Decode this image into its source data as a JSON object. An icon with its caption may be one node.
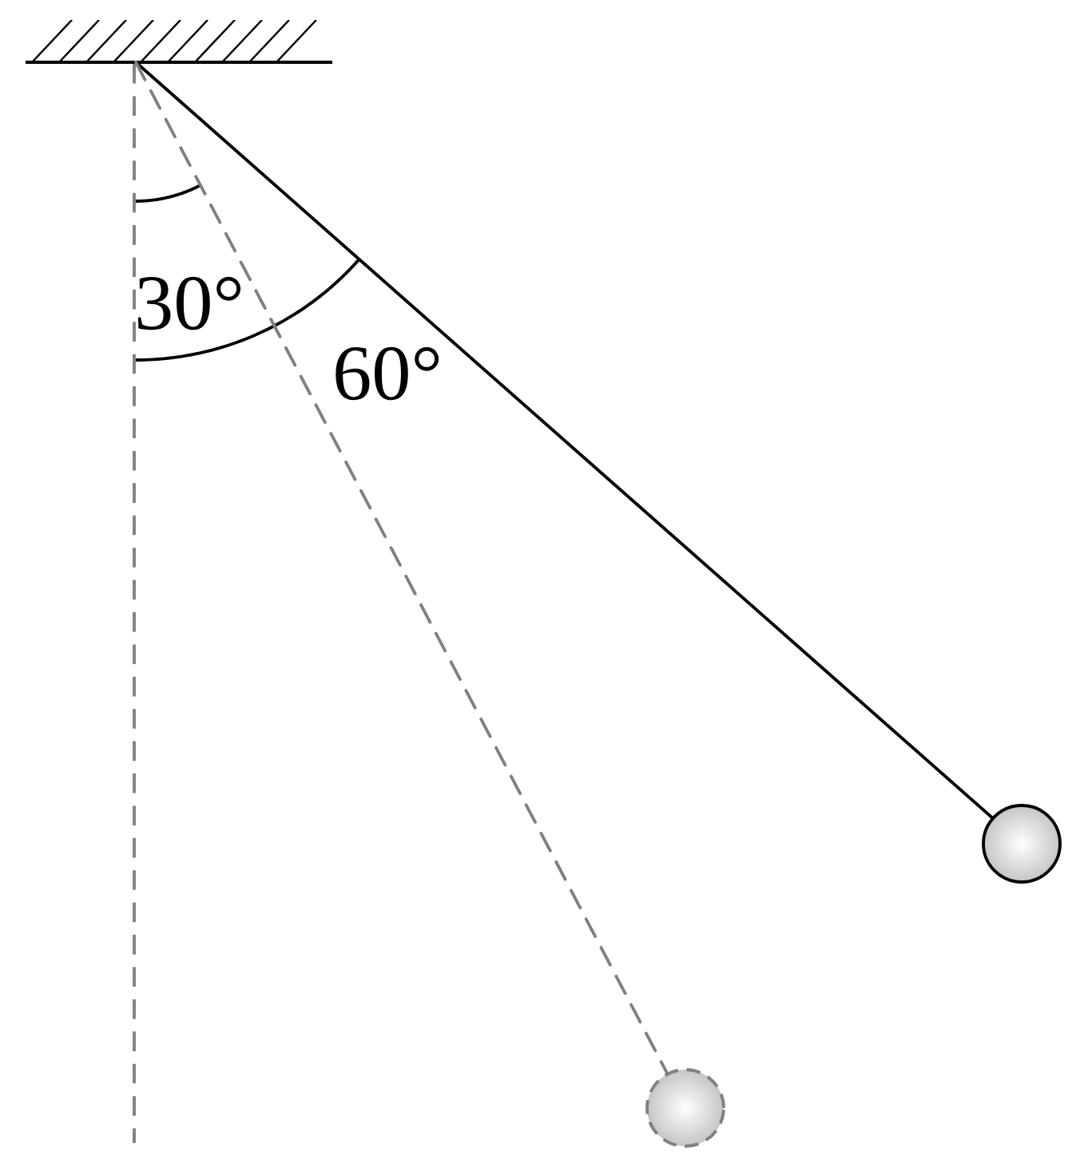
{
  "diagram": {
    "nodes": [
      {
        "text": [],
        "shape": "bar"
      },
      {
        "text": [],
        "shape": "circle"
      },
      {
        "text": [],
        "shape": "circle"
      }
    ],
    "edges": [
      {
        "from": 0,
        "to": 1,
        "arrow": "none"
      },
      {
        "from": 0,
        "to": 2,
        "arrow": "none",
        "style": "dashed",
        "color": "#808080"
      }
    ],
    "labels": [
      "30°",
      "60°"
    ]
  }
}
